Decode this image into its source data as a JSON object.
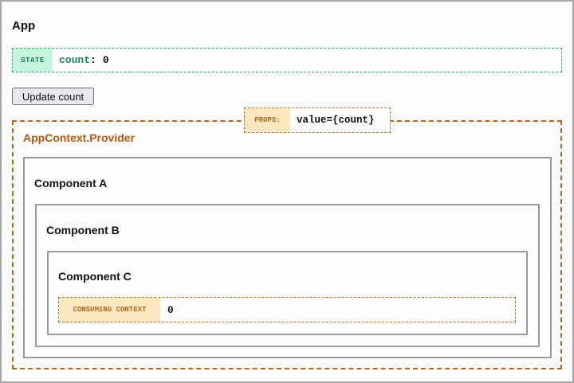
{
  "app": {
    "title": "App"
  },
  "state": {
    "tag": "STATE",
    "key": "count",
    "separator": ":",
    "value": "0"
  },
  "toolbar": {
    "update_label": "Update count"
  },
  "provider": {
    "title": "AppContext.Provider",
    "props_tag": "PROPS:",
    "props_value": "value={count}"
  },
  "components": {
    "a_title": "Component A",
    "b_title": "Component B",
    "c_title": "Component C"
  },
  "consumer": {
    "tag": "CONSUMING CONTEXT",
    "value": "0"
  },
  "colors": {
    "state_accent": "#2aa676",
    "context_accent": "#b8631a"
  }
}
